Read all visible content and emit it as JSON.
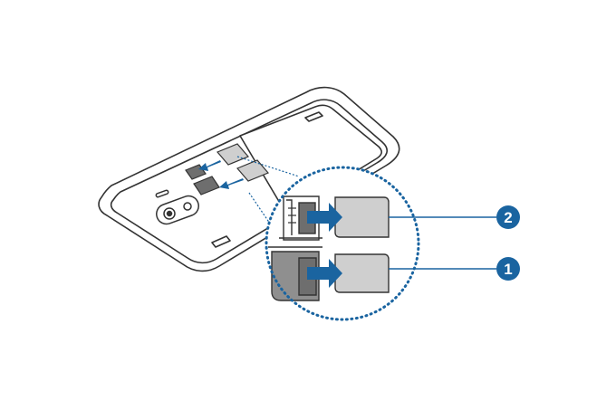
{
  "diagram": {
    "callouts": [
      {
        "number": "2",
        "target": "upper-sim-tray-slot"
      },
      {
        "number": "1",
        "target": "lower-sim-tray-slot"
      }
    ],
    "colors": {
      "outline": "#333333",
      "accent": "#1a64a0",
      "sim_card_fill": "#cfcfcf",
      "tray_fill": "#8f8f8f",
      "background": "#ffffff"
    },
    "icons": {
      "insert_arrow": "arrow-right-icon",
      "callout_marker": "numbered-circle-icon"
    }
  }
}
